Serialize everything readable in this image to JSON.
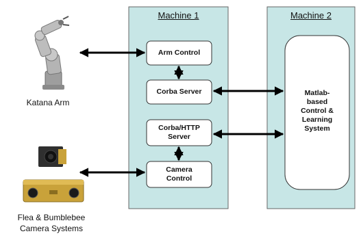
{
  "machines": [
    {
      "title": "Machine 1"
    },
    {
      "title": "Machine 2"
    }
  ],
  "boxes": {
    "arm_control": "Arm Control",
    "corba_server": "Corba Server",
    "corba_http_server": [
      "Corba/HTTP",
      "Server"
    ],
    "camera_control": [
      "Camera",
      "Control"
    ],
    "matlab_system": [
      "Matlab-",
      "based",
      "Control &",
      "Learning",
      "System"
    ]
  },
  "captions": {
    "arm": "Katana Arm",
    "camera": [
      "Flea & Bumblebee",
      "Camera Systems"
    ]
  },
  "colors": {
    "machine_fill": "#c7e6e6",
    "machine_border": "#555555",
    "box_fill": "#ffffff",
    "arrow": "#000000",
    "arm_body": "#a9a9a9",
    "camera_yellow": "#c9a23a",
    "camera_black": "#2a2a2a"
  },
  "icons": [
    "katana-arm-icon",
    "flea-camera-icon",
    "bumblebee-camera-icon"
  ]
}
